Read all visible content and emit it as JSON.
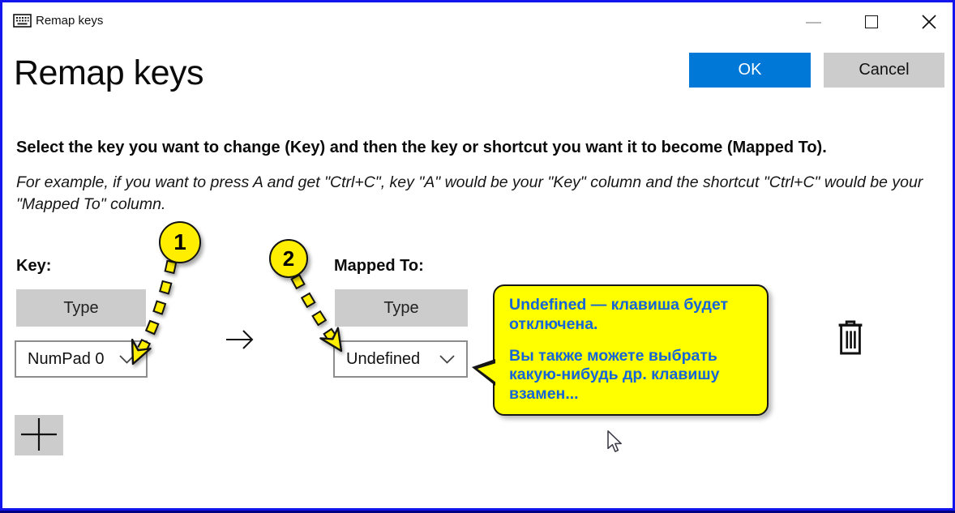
{
  "titlebar": {
    "title": "Remap keys",
    "icons": [
      "keyboard-icon",
      "minimize-icon",
      "maximize-icon",
      "close-icon"
    ]
  },
  "actions": {
    "ok": "OK",
    "cancel": "Cancel"
  },
  "header": {
    "title": "Remap keys"
  },
  "instructions": {
    "main": "Select the key you want to change (Key) and then the key or shortcut you want it to become (Mapped To).",
    "example": "For example, if you want to press A and get \"Ctrl+C\", key \"A\" would be your \"Key\" column and the shortcut \"Ctrl+C\" would be your \"Mapped To\" column."
  },
  "key_column": {
    "label": "Key:",
    "type_button": "Type",
    "selected_key": "NumPad 0",
    "dropdown_icon": "chevron-down-icon"
  },
  "mapped_to_column": {
    "label": "Mapped To:",
    "type_button": "Type",
    "selected_key": "Undefined",
    "dropdown_icon": "chevron-down-icon"
  },
  "row": {
    "map_arrow_icon": "arrow-right-icon",
    "delete_icon": "trash-icon",
    "add_icon": "plus-icon"
  },
  "annotations": {
    "step1": "1",
    "step2": "2",
    "callout": {
      "line1": "Undefined — клавиша будет отключена.",
      "line2": "Вы также можете выбрать какую-нибудь др. клавишу взамен..."
    }
  },
  "colors": {
    "accent_blue": "#0078d7",
    "button_gray": "#cccccc",
    "window_border_blue": "#1414ee",
    "annotation_yellow": "#ffff00",
    "callout_text_blue": "#1565d8"
  }
}
